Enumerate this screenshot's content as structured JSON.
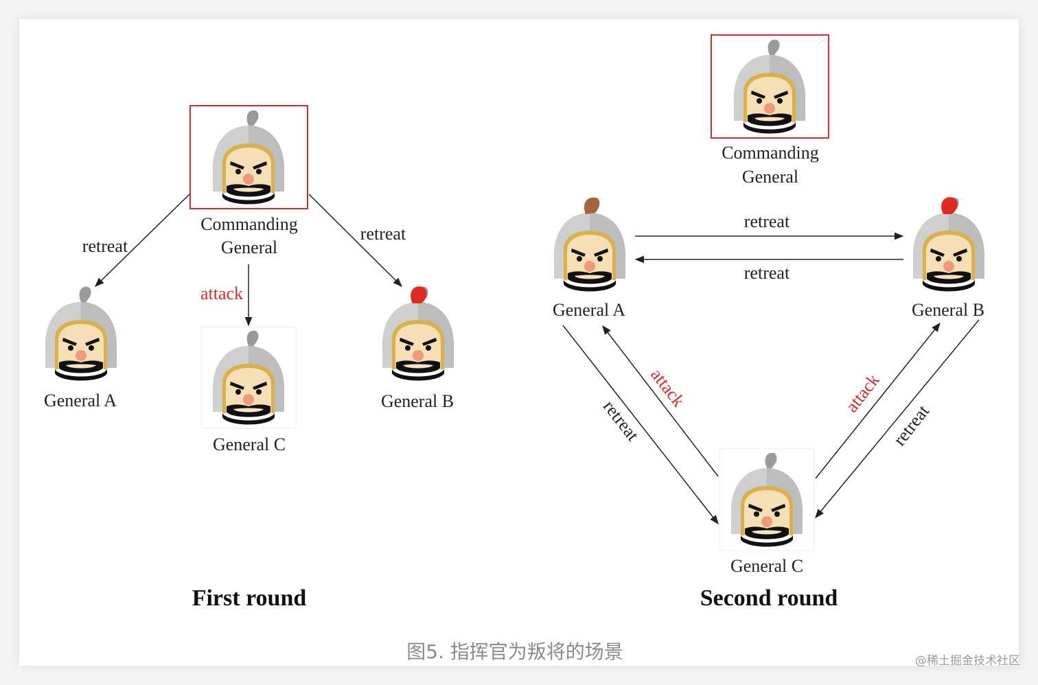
{
  "colors": {
    "arrow": "#222222",
    "attack_label": "#d42a2a",
    "highlight_border": "#d42a2a",
    "helmet": "#cfcfcf",
    "helmet_trim": "#d9b04a",
    "face": "#f6dfb4",
    "plume_commander": "#9a9a9a",
    "plume_a": "#a4653e",
    "plume_b": "#e02a1f",
    "plume_c": "#9a9a9a"
  },
  "first_round": {
    "title": "First round",
    "commander_label_line1": "Commanding",
    "commander_label_line2": "General",
    "general_a_label": "General A",
    "general_b_label": "General B",
    "general_c_label": "General C",
    "arrow_to_a": "retreat",
    "arrow_to_b": "retreat",
    "arrow_to_c": "attack"
  },
  "second_round": {
    "title": "Second round",
    "commander_label_line1": "Commanding",
    "commander_label_line2": "General",
    "general_a_label": "General A",
    "general_b_label": "General B",
    "general_c_label": "General C",
    "a_to_b": "retreat",
    "b_to_a": "retreat",
    "a_to_c": "retreat",
    "c_to_a": "attack",
    "c_to_b": "attack",
    "b_to_c": "retreat"
  },
  "caption": "图5. 指挥官为叛将的场景",
  "watermark": "@稀土掘金技术社区"
}
